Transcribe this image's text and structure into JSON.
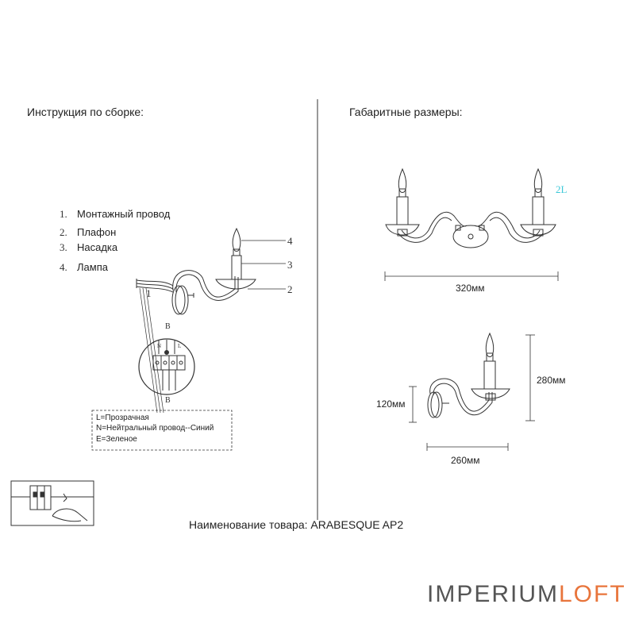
{
  "headings": {
    "assembly": "Инструкция по сборке:",
    "dimensions": "Габаритные размеры:"
  },
  "parts": [
    {
      "num": "1.",
      "label": "Монтажный провод"
    },
    {
      "num": "2.",
      "label": "Плафон"
    },
    {
      "num": "3.",
      "label": "Насадка"
    },
    {
      "num": "4.",
      "label": "Лампа"
    }
  ],
  "callouts": [
    "1",
    "2",
    "3",
    "4"
  ],
  "wiring": {
    "top_mark": "B",
    "bottom_mark": "B",
    "terminal_marks": [
      "N",
      "⊕",
      "L"
    ],
    "notes": [
      "L=Прозрачная",
      "N=Нейтральный провод--Синий",
      "E=Зеленое"
    ]
  },
  "dimensions": {
    "lamp_count": "2L",
    "width_front": "320мм",
    "height": "280мм",
    "wall_plate": "120мм",
    "depth": "260мм"
  },
  "product": {
    "caption": "Наименование товара: ARABESQUE AP2"
  },
  "brand": {
    "part1": "IMPERIUM",
    "part2": "LOFT",
    "color1": "#555555",
    "color2": "#e8743b"
  },
  "colors": {
    "line": "#333333",
    "lamp_label": "#3cc8d8"
  }
}
